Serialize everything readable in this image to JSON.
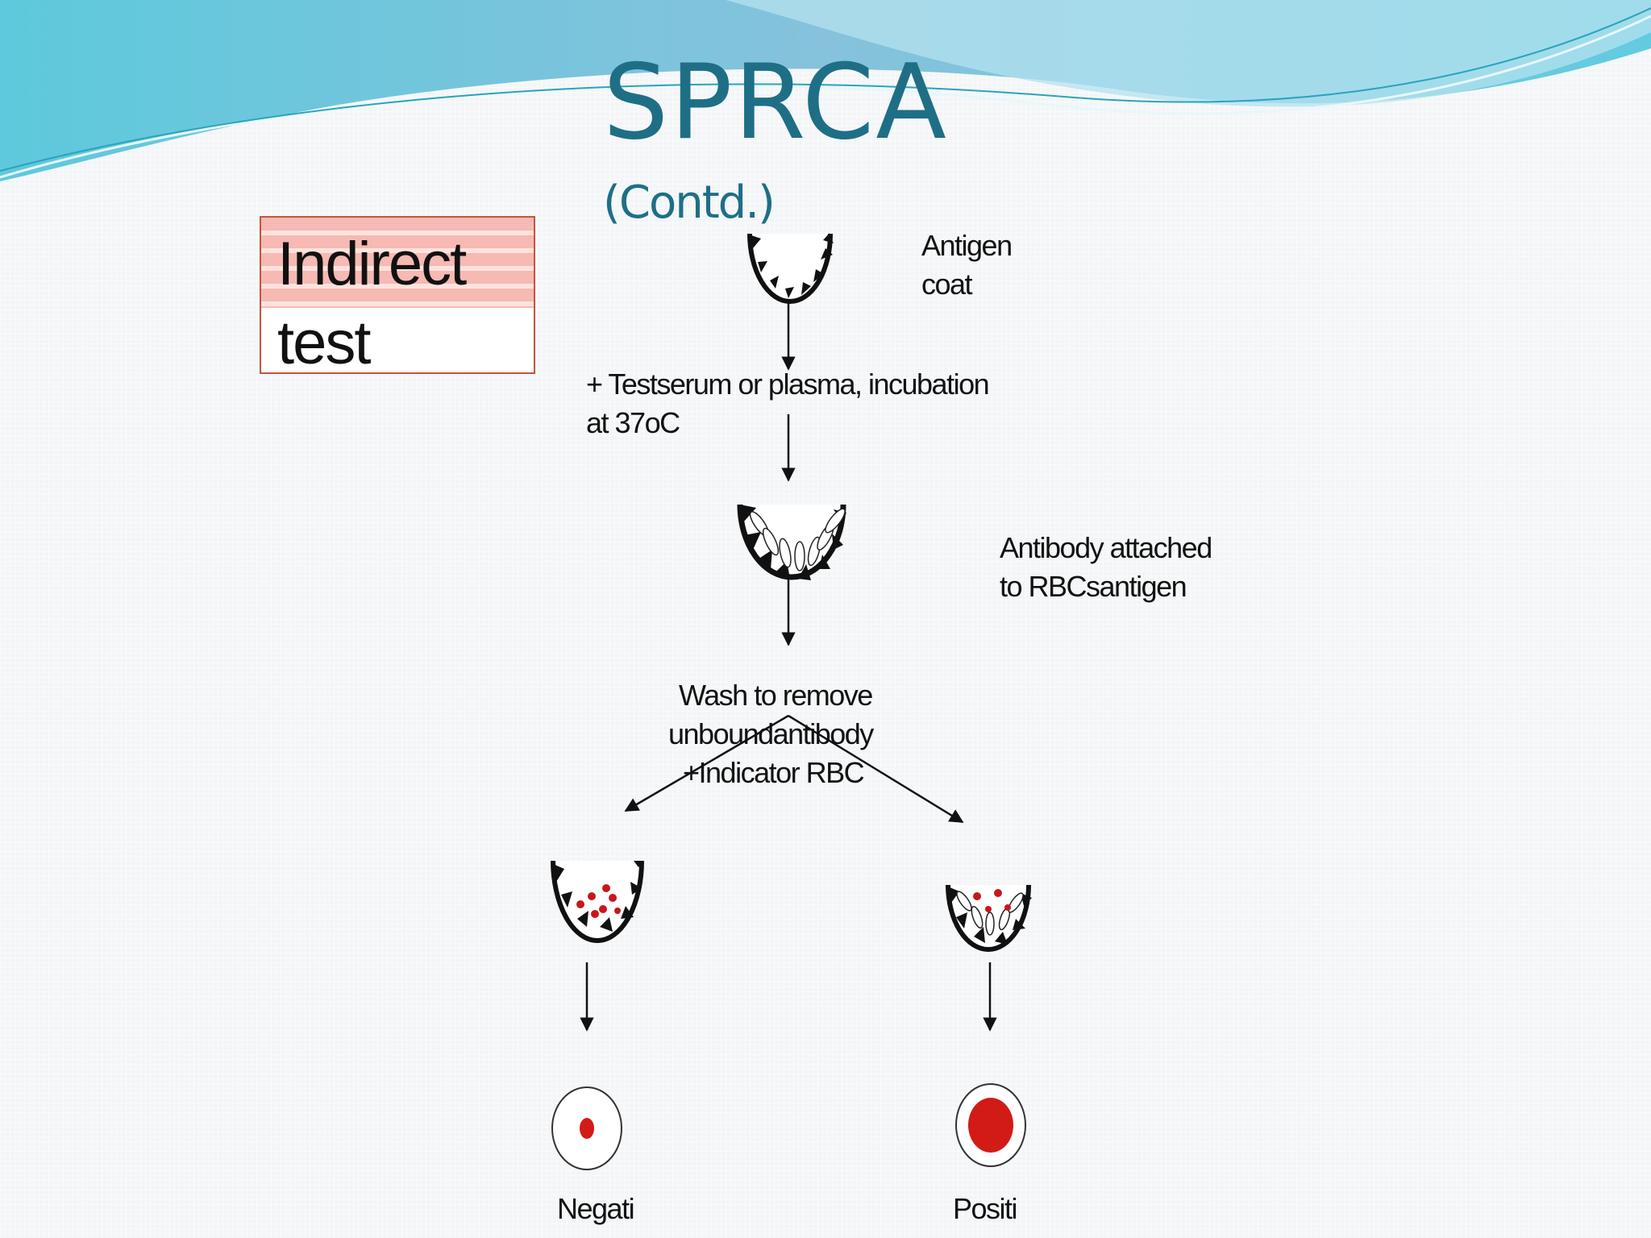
{
  "title": "SPRCA",
  "subtitle": "(Contd.)",
  "test_type": {
    "line1": "Indirect",
    "line2": "test"
  },
  "labels": {
    "antigen_coat": [
      "Antigen",
      "coat"
    ],
    "step_serum": [
      "+  Testserum or plasma, incubation",
      "at 37oC"
    ],
    "antibody_attached": [
      "Antibody attached",
      "to  RBCsantigen"
    ],
    "wash_step": [
      "Wash to remove",
      "unboundantibody",
      "+Indicator RBC"
    ],
    "negative": "Negati",
    "positive": "Positi"
  },
  "colors": {
    "title": "#1e6f86",
    "red_cell": "#d21a16",
    "box_border": "#c0563c",
    "box_stripe": "#f6b9b3"
  }
}
